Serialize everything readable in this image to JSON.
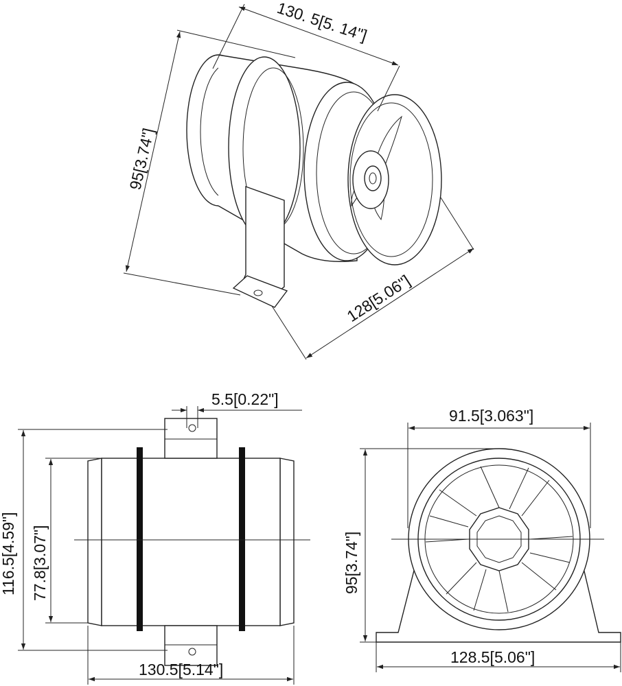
{
  "dimensions": {
    "iso_length": "130. 5[5. 14\"]",
    "iso_height": "95[3.74\"]",
    "iso_width": "128[5.06\"]",
    "side_hole": "5.5[0.22\"]",
    "side_total_height": "116.5[4.59\"]",
    "side_body_height": "77.8[3.07\"]",
    "side_length": "130.5[5.14\"]",
    "front_diameter": "91.5[3.063\"]",
    "front_height": "95[3.74\"]",
    "front_base_width": "128.5[5.06\"]"
  },
  "colors": {
    "line": "#222222",
    "band": "#111111",
    "background": "#ffffff"
  }
}
